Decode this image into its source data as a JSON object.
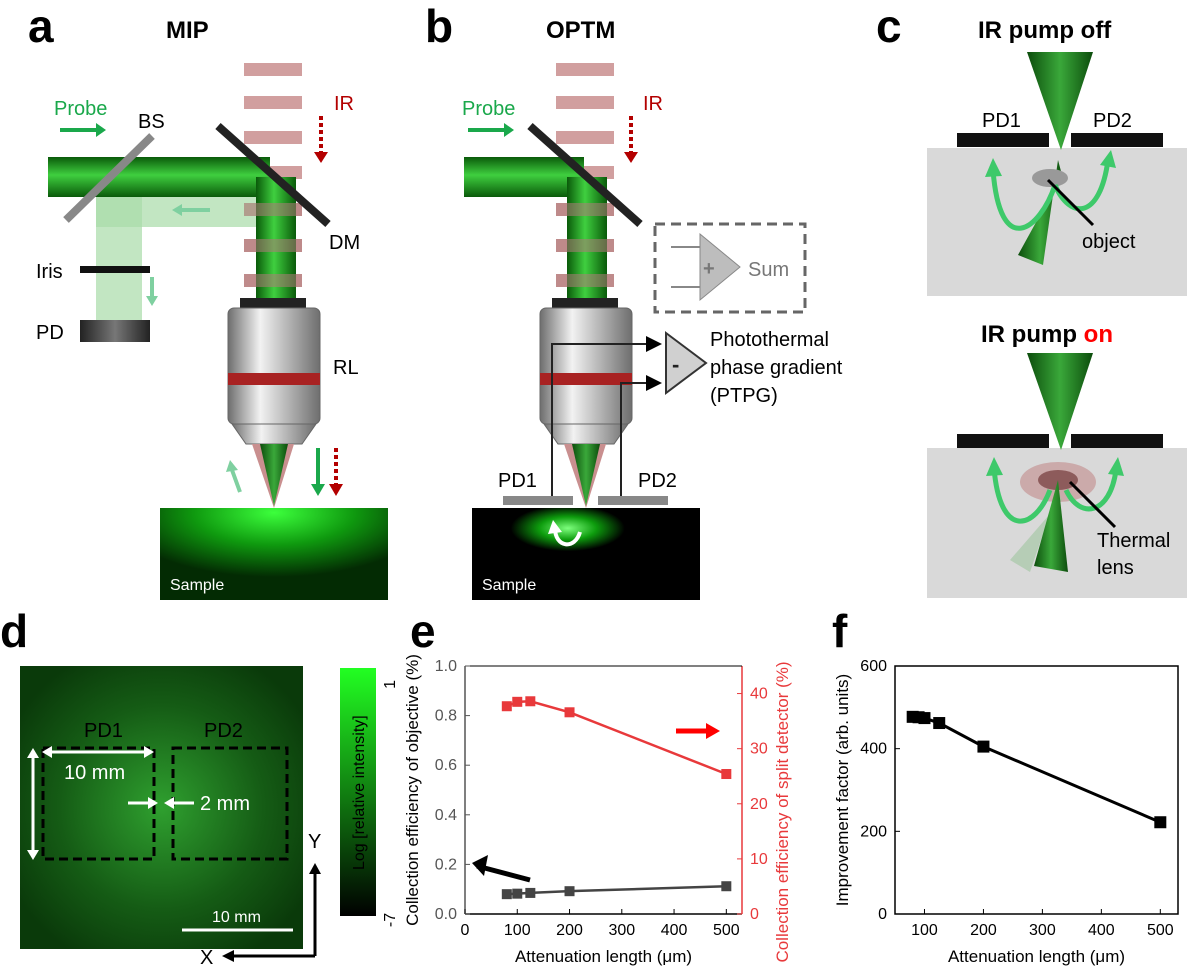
{
  "panel_a": {
    "letter": "a",
    "title": "MIP",
    "probe": "Probe",
    "bs": "BS",
    "ir": "IR",
    "dm": "DM",
    "iris": "Iris",
    "pd": "PD",
    "rl": "RL",
    "sample": "Sample"
  },
  "panel_b": {
    "letter": "b",
    "title": "OPTM",
    "probe": "Probe",
    "ir": "IR",
    "sum": "Sum",
    "ptpg_line1": "Photothermal",
    "ptpg_line2": "phase gradient",
    "ptpg_line3": "(PTPG)",
    "pd1": "PD1",
    "pd2": "PD2",
    "sample": "Sample"
  },
  "panel_c": {
    "letter": "c",
    "title_off": "IR pump off",
    "title_on_prefix": "IR pump ",
    "title_on_word": "on",
    "pd1": "PD1",
    "pd2": "PD2",
    "object": "object",
    "thermal1": "Thermal",
    "thermal2": "lens",
    "on_color": "#ff0000"
  },
  "panel_d": {
    "letter": "d",
    "pd1": "PD1",
    "pd2": "PD2",
    "size1": "10 mm",
    "gap": "2 mm",
    "scale": "10 mm",
    "axis_y": "Y",
    "axis_x": "X",
    "cbar_max": "1",
    "cbar_min": "-7",
    "cbar_label": "Log [relative intensity]"
  },
  "panel_e": {
    "letter": "e"
  },
  "panel_f": {
    "letter": "f"
  },
  "chart_data": [
    {
      "type": "line",
      "id": "e",
      "xlabel": "Attenuation length (μm)",
      "xlim": [
        0,
        530
      ],
      "xticks": [
        "0",
        "100",
        "200",
        "300",
        "400",
        "500"
      ],
      "ylabel": "Collection efficiency of objective (%)",
      "ylim": [
        0,
        1.0
      ],
      "yticks": [
        "0.0",
        "0.2",
        "0.4",
        "0.6",
        "0.8",
        "1.0"
      ],
      "y2label": "Collection efficiency of split detector (%)",
      "y2lim": [
        0,
        45
      ],
      "y2ticks": [
        "0",
        "10",
        "20",
        "30",
        "40"
      ],
      "series": [
        {
          "axis": "left",
          "color": "#444444",
          "x": [
            80,
            100,
            125,
            200,
            500
          ],
          "values": [
            0.08,
            0.082,
            0.085,
            0.092,
            0.112
          ]
        },
        {
          "axis": "right",
          "color": "#e8393b",
          "x": [
            80,
            100,
            125,
            200,
            500
          ],
          "values": [
            37.7,
            38.5,
            38.6,
            36.6,
            25.4
          ]
        }
      ]
    },
    {
      "type": "line",
      "id": "f",
      "xlabel": "Attenuation length (μm)",
      "xlim": [
        50,
        530
      ],
      "xticks": [
        "100",
        "200",
        "300",
        "400",
        "500"
      ],
      "ylabel": "Improvement factor (arb. units)",
      "ylim": [
        0,
        600
      ],
      "yticks": [
        "0",
        "200",
        "400",
        "600"
      ],
      "series": [
        {
          "color": "#000000",
          "x": [
            80,
            90,
            100,
            125,
            200,
            500
          ],
          "values": [
            477,
            476,
            474,
            462,
            405,
            222
          ]
        }
      ]
    }
  ]
}
